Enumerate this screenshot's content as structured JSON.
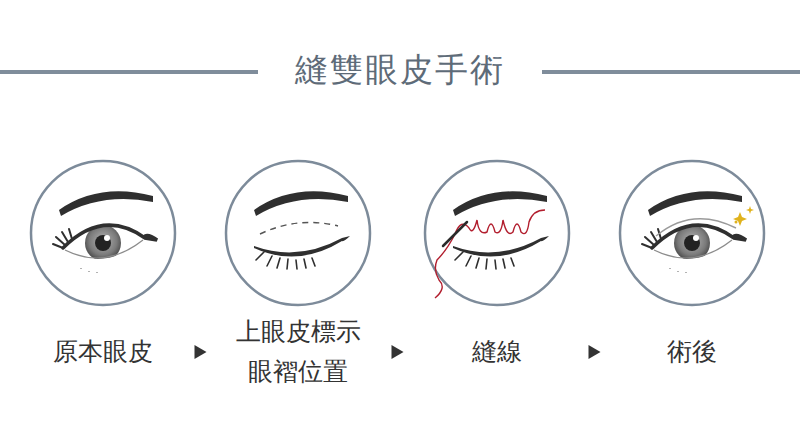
{
  "diagram": {
    "title": "縫雙眼皮手術",
    "nodes": [
      {
        "text": [
          "原本眼皮"
        ]
      },
      {
        "text": [
          "上眼皮標示眼褶位置"
        ]
      },
      {
        "text": [
          "縫線"
        ]
      },
      {
        "text": [
          "術後"
        ]
      }
    ],
    "edges": [
      {
        "from": 0,
        "to": 1,
        "arrow": "to"
      },
      {
        "from": 1,
        "to": 2,
        "arrow": "to"
      },
      {
        "from": 2,
        "to": 3,
        "arrow": "to"
      }
    ]
  }
}
